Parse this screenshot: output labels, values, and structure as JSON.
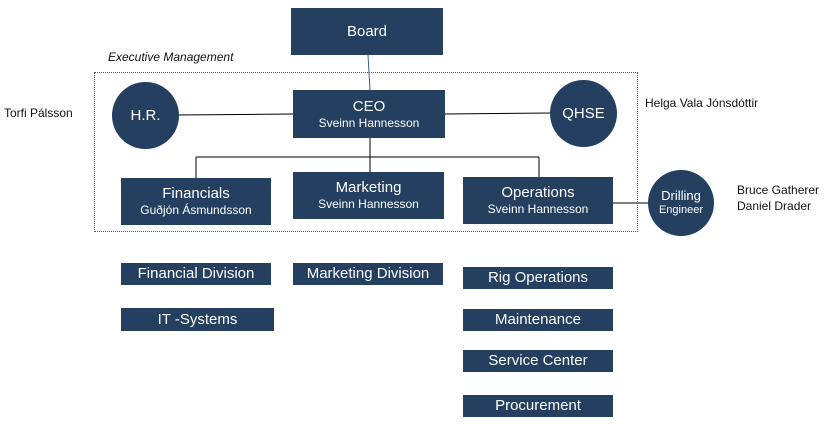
{
  "board": {
    "title": "Board"
  },
  "executive_management": {
    "label": "Executive Management"
  },
  "ceo": {
    "title": "CEO",
    "name": "Sveinn Hannesson"
  },
  "hr": {
    "title": "H.R.",
    "person": "Torfi Pálsson"
  },
  "qhse": {
    "title": "QHSE",
    "person": "Helga Vala Jónsdóttir"
  },
  "financials": {
    "title": "Financials",
    "name": "Guðjón Ásmundsson"
  },
  "marketing": {
    "title": "Marketing",
    "name": "Sveinn Hannesson"
  },
  "operations": {
    "title": "Operations",
    "name": "Sveinn Hannesson"
  },
  "drilling": {
    "title_line1": "Drilling",
    "title_line2": "Engineer",
    "people": [
      "Bruce Gatherer",
      "Daniel Drader"
    ]
  },
  "divisions": {
    "financial": [
      "Financial Division",
      "IT -Systems"
    ],
    "marketing": [
      "Marketing Division"
    ],
    "operations": [
      "Rig Operations",
      "Maintenance",
      "Service Center",
      "Procurement"
    ]
  },
  "colors": {
    "box_fill": "#243f60",
    "box_text": "#ffffff",
    "line": "#000000"
  }
}
